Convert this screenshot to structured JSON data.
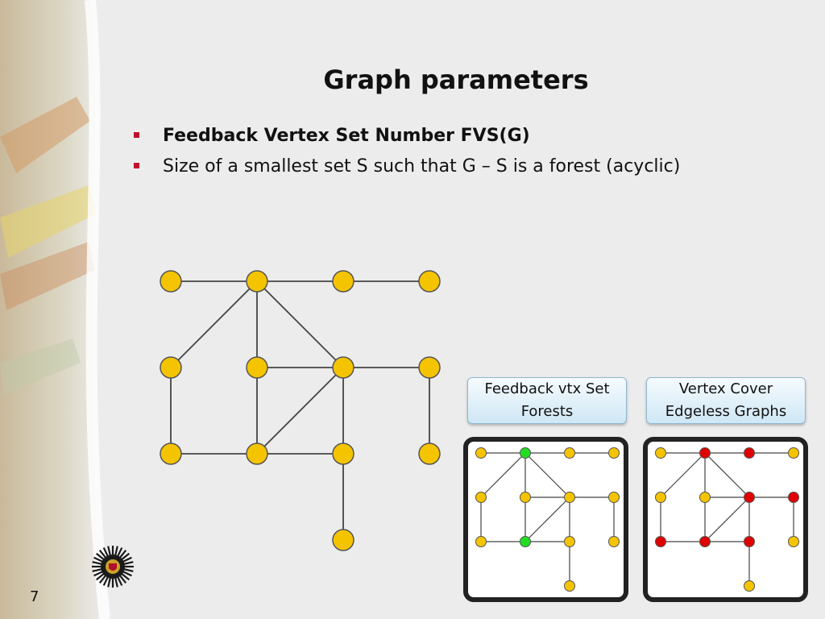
{
  "slide": {
    "title": "Graph parameters",
    "page_number": "7",
    "bullets": [
      {
        "text": "Feedback Vertex Set Number FVS(G)",
        "bold": true
      },
      {
        "text": "Size of a smallest set S such that G – S is a forest (acyclic)",
        "bold": false
      }
    ]
  },
  "labels": {
    "fvs": {
      "line1": "Feedback vtx Set",
      "line2": "Forests"
    },
    "vc": {
      "line1": "Vertex Cover",
      "line2": "Edgeless Graphs"
    }
  },
  "colors": {
    "vertex": "#f5c400",
    "fvs_highlight": "#22dd22",
    "vc_highlight": "#e00000",
    "bullet": "#c0102a"
  },
  "graph": {
    "vertices": [
      "a",
      "b",
      "c",
      "d",
      "e",
      "f",
      "g",
      "h",
      "i",
      "j",
      "k",
      "l",
      "m"
    ],
    "edges": [
      [
        "a",
        "b"
      ],
      [
        "b",
        "c"
      ],
      [
        "c",
        "d"
      ],
      [
        "b",
        "e"
      ],
      [
        "b",
        "f"
      ],
      [
        "b",
        "g"
      ],
      [
        "f",
        "g"
      ],
      [
        "g",
        "h"
      ],
      [
        "e",
        "i"
      ],
      [
        "f",
        "j"
      ],
      [
        "i",
        "j"
      ],
      [
        "j",
        "g"
      ],
      [
        "g",
        "k"
      ],
      [
        "j",
        "k"
      ],
      [
        "h",
        "l"
      ],
      [
        "k",
        "m"
      ]
    ],
    "fvs_set": [
      "b",
      "j"
    ],
    "vc_set": [
      "b",
      "c",
      "g",
      "h",
      "i",
      "j",
      "k"
    ]
  }
}
